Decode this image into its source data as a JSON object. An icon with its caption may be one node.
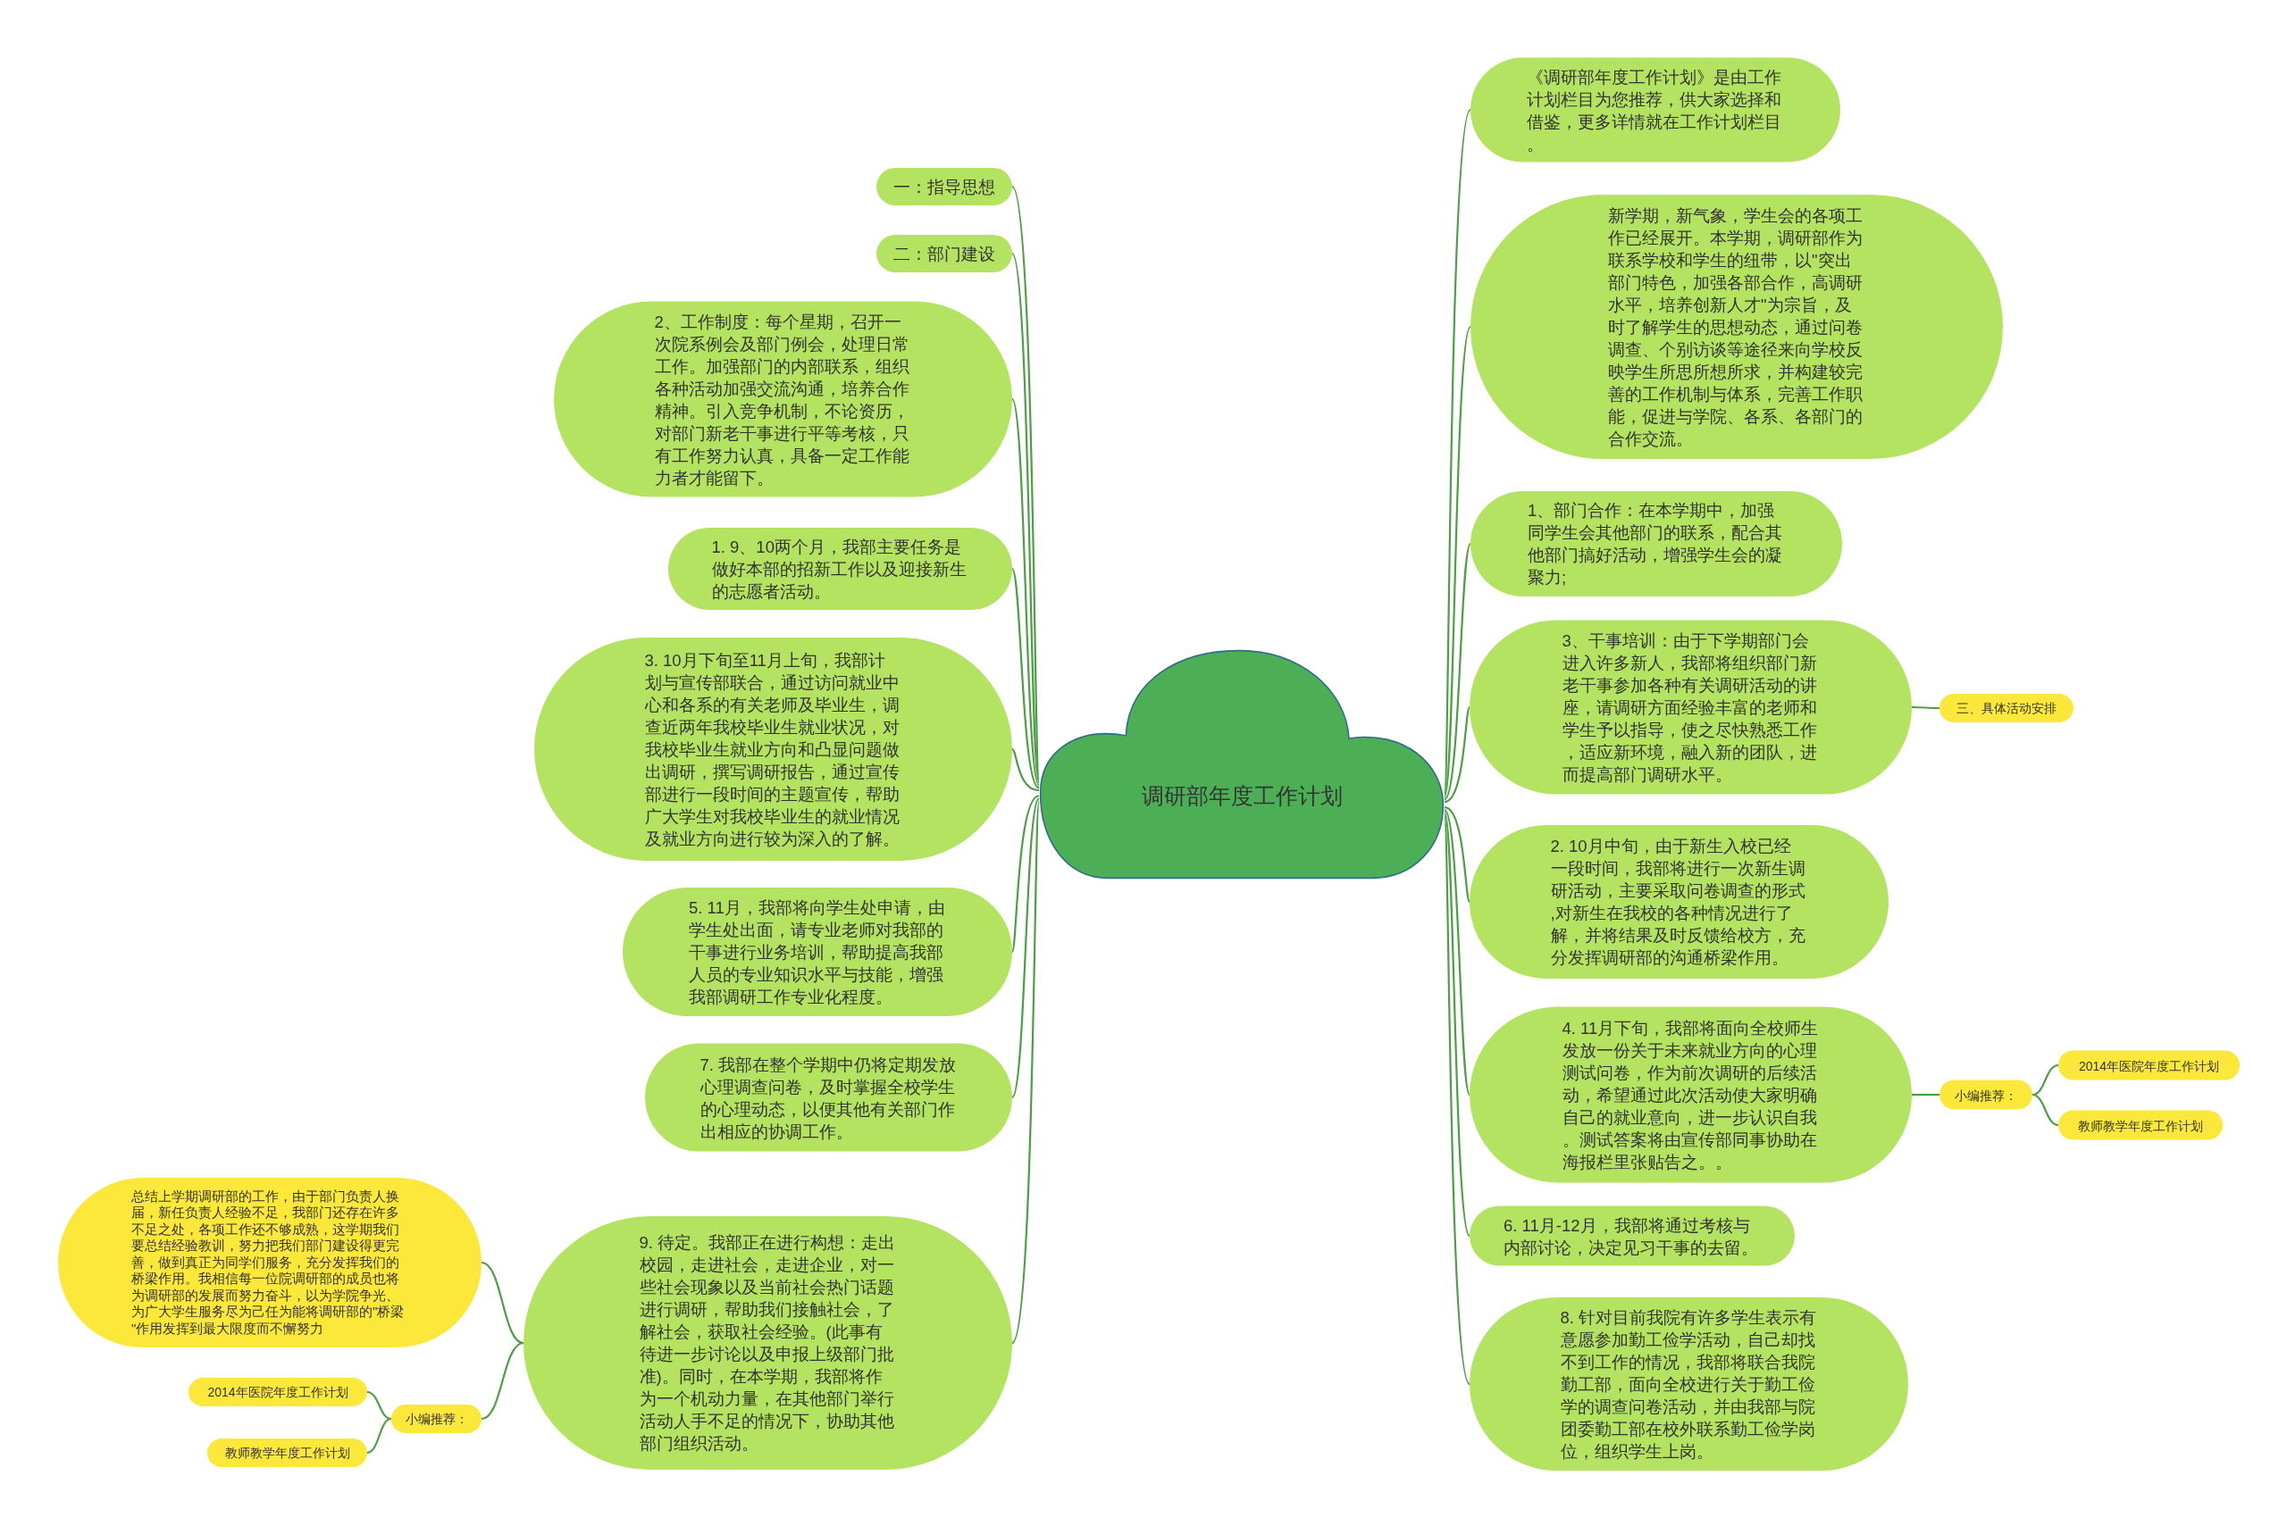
{
  "diagram": {
    "nodes": [
      {
        "text": [
          "调研部年度工作计划"
        ]
      },
      {
        "text": [
          "一：指导思想"
        ]
      },
      {
        "text": [
          "二：部门建设"
        ]
      },
      {
        "text": [
          "2、工作制度：每个星期，召开一次院系例会及部门例会，处理日常工作。加强部门的内部联系，组织各种活动加强交流沟通，培养合作精神。引入竞争机制，不论资历，对部门新老干事进行平等考核，只有工作努力认真，具备一定工作能力者才能留下。"
        ]
      },
      {
        "text": [
          "1. 9、10两个月，我部主要任务是做好本部的招新工作以及迎接新生的志愿者活动。"
        ]
      },
      {
        "text": [
          "3. 10月下旬至11月上旬，我部计划与宣传部联合，通过访问就业中心和各系的有关老师及毕业生，调查近两年我校毕业生就业状况，对我校毕业生就业方向和凸显问题做出调研，撰写调研报告，通过宣传部进行一段时间的主题宣传，帮助广大学生对我校毕业生的就业情况及就业方向进行较为深入的了解。"
        ]
      },
      {
        "text": [
          "5. 11月，我部将向学生处申请，由学生处出面，请专业老师对我部的干事进行业务培训，帮助提高我部人员的专业知识水平与技能，增强我部调研工作专业化程度。"
        ]
      },
      {
        "text": [
          "7. 我部在整个学期中仍将定期发放心理调查问卷，及时掌握全校学生的心理动态，以便其他有关部门作出相应的协调工作。"
        ]
      },
      {
        "text": [
          "9. 待定。我部正在进行构想：走出校园，走进社会，走进企业，对一些社会现象以及当前社会热门话题进行调研，帮助我们接触社会，了解社会，获取社会经验。(此事有待进一步讨论以及申报上级部门批准)。同时，在本学期，我部将作为一个机动力量，在其他部门举行活动人手不足的情况下，协助其他部门组织活动。"
        ]
      },
      {
        "text": [
          "总结上学期调研部的工作，由于部门负责人换届，新任负责人经验不足，我部门还存在许多不足之处，各项工作还不够成熟，这学期我们要总结经验教训，努力把我们部门建设得更完善，做到真正为同学们服务，充分发挥我们的桥梁作用。我相信每一位院调研部的成员也将为调研部的发展而努力奋斗，以为学院争光、为广大学生服务尽为己任为能将调研部的\"桥梁\"作用发挥到最大限度而不懈努力"
        ]
      },
      {
        "text": [
          "小编推荐："
        ]
      },
      {
        "text": [
          "2014年医院年度工作计划"
        ]
      },
      {
        "text": [
          "教师教学年度工作计划"
        ]
      },
      {
        "text": [
          "《调研部年度工作计划》是由工作计划栏目为您推荐，供大家选择和借鉴，更多详情就在工作计划栏目。"
        ]
      },
      {
        "text": [
          "新学期，新气象，学生会的各项工作已经展开。本学期，调研部作为联系学校和学生的纽带，以\"突出部门特色，加强各部合作，高调研水平，培养创新人才\"为宗旨，及时了解学生的思想动态，通过问卷调查、个别访谈等途径来向学校反映学生所思所想所求，并构建较完善的工作机制与体系，完善工作职能，促进与学院、各系、各部门的合作交流。"
        ]
      },
      {
        "text": [
          "1、部门合作：在本学期中，加强同学生会其他部门的联系，配合其他部门搞好活动，增强学生会的凝聚力;"
        ]
      },
      {
        "text": [
          "3、干事培训：由于下学期部门会进入许多新人，我部将组织部门新老干事参加各种有关调研活动的讲座，请调研方面经验丰富的老师和学生予以指导，使之尽快熟悉工作，适应新环境，融入新的团队，进而提高部门调研水平。"
        ]
      },
      {
        "text": [
          "三、具体活动安排"
        ]
      },
      {
        "text": [
          "2. 10月中旬，由于新生入校已经一段时间，我部将进行一次新生调研活动，主要采取问卷调查的形式,对新生在我校的各种情况进行了解，并将结果及时反馈给校方，充分发挥调研部的沟通桥梁作用。"
        ]
      },
      {
        "text": [
          "4. 11月下旬，我部将面向全校师生发放一份关于未来就业方向的心理测试问卷，作为前次调研的后续活动，希望通过此次活动使大家明确自己的就业意向，进一步认识自我。测试答案将由宣传部同事协助在海报栏里张贴告之。。"
        ]
      },
      {
        "text": [
          "小编推荐："
        ]
      },
      {
        "text": [
          "2014年医院年度工作计划"
        ]
      },
      {
        "text": [
          "教师教学年度工作计划"
        ]
      },
      {
        "text": [
          "6. 11月-12月，我部将通过考核与内部讨论，决定见习干事的去留。"
        ]
      },
      {
        "text": [
          "8. 针对目前我院有许多学生表示有意愿参加勤工俭学活动，自己却找不到工作的情况，我部将联合我院勤工部，面向全校进行关于勤工俭学的调查问卷活动，并由我部与院团委勤工部在校外联系勤工俭学岗位，组织学生上岗。"
        ]
      }
    ],
    "edges": [
      {
        "from": 0,
        "to": 1,
        "arrow": "none"
      },
      {
        "from": 0,
        "to": 2,
        "arrow": "none"
      },
      {
        "from": 0,
        "to": 3,
        "arrow": "none"
      },
      {
        "from": 0,
        "to": 4,
        "arrow": "none"
      },
      {
        "from": 0,
        "to": 5,
        "arrow": "none"
      },
      {
        "from": 0,
        "to": 6,
        "arrow": "none"
      },
      {
        "from": 0,
        "to": 7,
        "arrow": "none"
      },
      {
        "from": 0,
        "to": 8,
        "arrow": "none"
      },
      {
        "from": 8,
        "to": 9,
        "arrow": "none"
      },
      {
        "from": 8,
        "to": 10,
        "arrow": "none"
      },
      {
        "from": 10,
        "to": 11,
        "arrow": "none"
      },
      {
        "from": 10,
        "to": 12,
        "arrow": "none"
      },
      {
        "from": 0,
        "to": 13,
        "arrow": "none"
      },
      {
        "from": 0,
        "to": 14,
        "arrow": "none"
      },
      {
        "from": 0,
        "to": 15,
        "arrow": "none"
      },
      {
        "from": 0,
        "to": 16,
        "arrow": "none"
      },
      {
        "from": 16,
        "to": 17,
        "arrow": "none"
      },
      {
        "from": 0,
        "to": 18,
        "arrow": "none"
      },
      {
        "from": 0,
        "to": 19,
        "arrow": "none"
      },
      {
        "from": 19,
        "to": 20,
        "arrow": "none"
      },
      {
        "from": 20,
        "to": 21,
        "arrow": "none"
      },
      {
        "from": 20,
        "to": 22,
        "arrow": "none"
      },
      {
        "from": 0,
        "to": 23,
        "arrow": "none"
      },
      {
        "from": 0,
        "to": 24,
        "arrow": "none"
      }
    ]
  }
}
